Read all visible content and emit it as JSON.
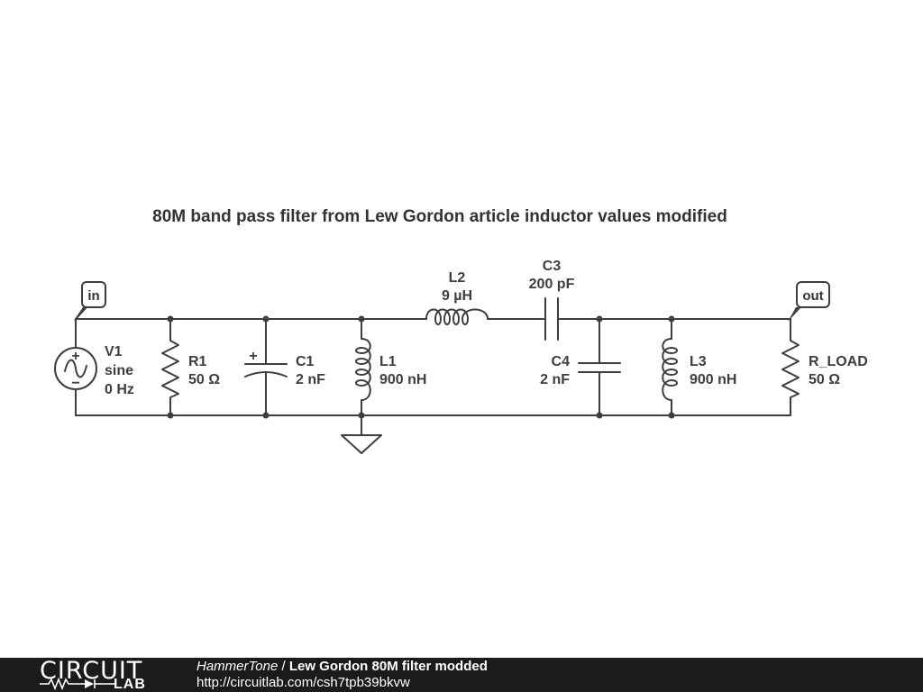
{
  "schematic": {
    "title": "80M band pass filter from Lew Gordon article inductor values modified",
    "ports": {
      "in": "in",
      "out": "out"
    },
    "components": {
      "v1": {
        "name": "V1",
        "type": "sine",
        "freq": "0 Hz"
      },
      "r1": {
        "name": "R1",
        "value": "50 Ω"
      },
      "c1": {
        "name": "C1",
        "value": "2 nF"
      },
      "l1": {
        "name": "L1",
        "value": "900 nH"
      },
      "l2": {
        "name": "L2",
        "value": "9 µH"
      },
      "c3": {
        "name": "C3",
        "value": "200 pF"
      },
      "c4": {
        "name": "C4",
        "value": "2 nF"
      },
      "l3": {
        "name": "L3",
        "value": "900 nH"
      },
      "rload": {
        "name": "R_LOAD",
        "value": "50 Ω"
      }
    },
    "symbols": {
      "c1_polarity": "+",
      "v1_plus": "+",
      "v1_minus": "−"
    }
  },
  "footer": {
    "logo_top": "CIRCUIT",
    "logo_bottom": "LAB",
    "author": "HammerTone",
    "separator": " / ",
    "circuit_name": "Lew Gordon 80M filter modded",
    "url": "http://circuitlab.com/csh7tpb39bkvw"
  },
  "colors": {
    "wire": "#3a3f42",
    "footer_bg": "#1b1b1b",
    "footer_text": "#ffffff"
  }
}
